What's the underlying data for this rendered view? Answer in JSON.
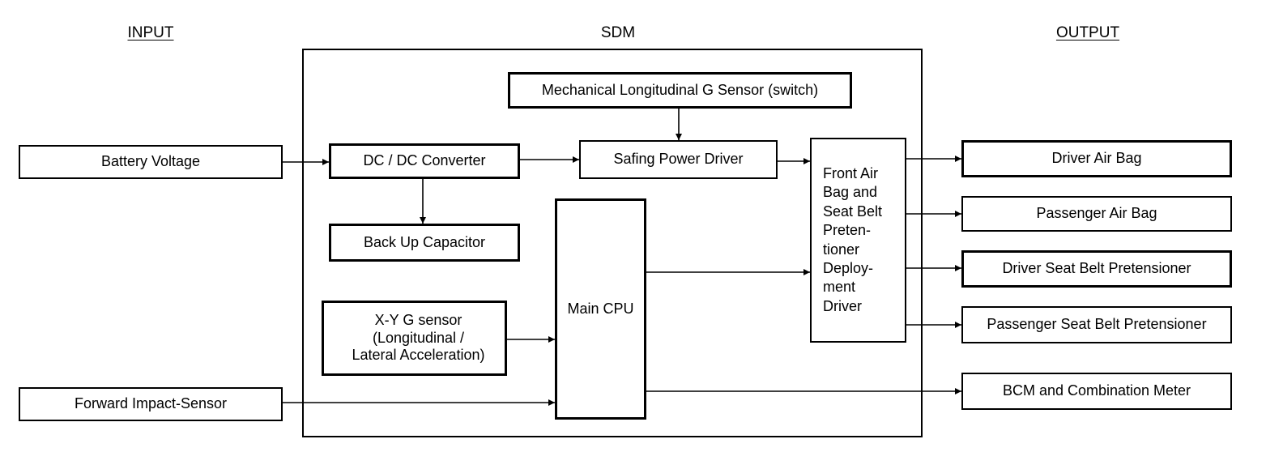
{
  "headers": {
    "input": "INPUT",
    "sdm": "SDM",
    "output": "OUTPUT"
  },
  "inputs": {
    "battery_voltage": "Battery Voltage",
    "forward_impact_sensor": "Forward Impact-Sensor"
  },
  "sdm": {
    "mech_g_sensor": "Mechanical Longitudinal G Sensor (switch)",
    "dc_converter": "DC / DC Converter",
    "safing_driver": "Safing Power Driver",
    "backup_capacitor": "Back Up Capacitor",
    "main_cpu": "Main CPU",
    "xy_g_sensor": "X-Y G sensor\n(Longitudinal /\nLateral Acceleration)",
    "deployment_driver": "Front Air\nBag and\nSeat Belt\nPreten-\ntioner\nDeploy-\nment\nDriver"
  },
  "outputs": {
    "driver_air_bag": "Driver Air Bag",
    "passenger_air_bag": "Passenger Air Bag",
    "driver_seat_belt": "Driver Seat Belt Pretensioner",
    "passenger_seat_belt": "Passenger Seat Belt Pretensioner",
    "bcm_meter": "BCM and Combination Meter"
  }
}
